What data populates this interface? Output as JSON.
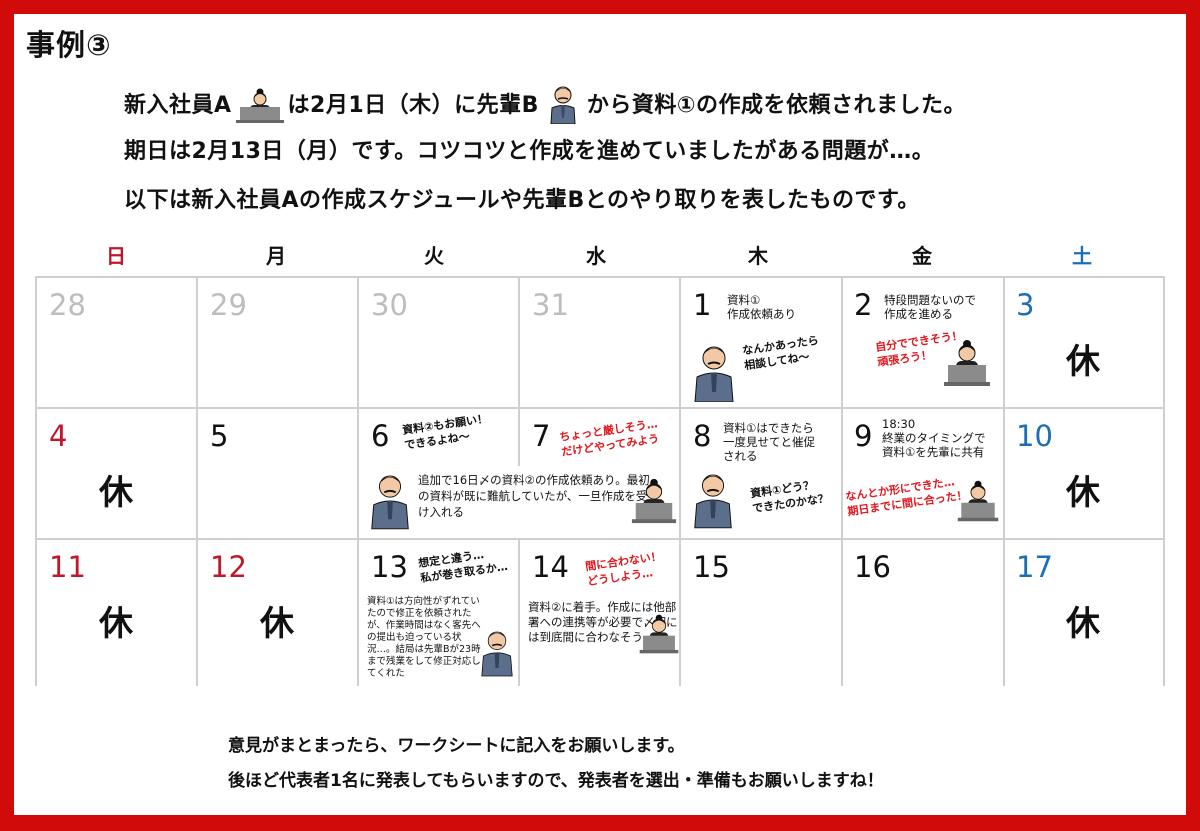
{
  "title": "事例③",
  "intro": {
    "line1_a": "新入社員A",
    "line1_b": "は2月1日（木）に先輩B",
    "line1_c": "から資料①の作成を依頼されました。",
    "line2": "期日は2月13日（月）です。コツコツと作成を進めていましたがある問題が…。",
    "line3": "以下は新入社員Aの作成スケジュールや先輩Bとのやり取りを表したものです。"
  },
  "weekdays": [
    "日",
    "月",
    "火",
    "水",
    "木",
    "金",
    "土"
  ],
  "colors": {
    "border": "#d10a0a",
    "sunday": "#c0182a",
    "saturday": "#1c6fb6",
    "bubble_red": "#e0161c",
    "grid": "#cfcfcf"
  },
  "days": {
    "d28": "28",
    "d29": "29",
    "d30": "30",
    "d31": "31",
    "d1": "1",
    "d2": "2",
    "d3": "3",
    "d4": "4",
    "d5": "5",
    "d6": "6",
    "d7": "7",
    "d8": "8",
    "d9": "9",
    "d10": "10",
    "d11": "11",
    "d12": "12",
    "d13": "13",
    "d14": "14",
    "d15": "15",
    "d16": "16",
    "d17": "17"
  },
  "holiday": "休",
  "notes": {
    "d1": "資料①\n作成依頼あり",
    "d1_bubble": "なんかあったら\n相談してね～",
    "d2": "特段問題ないので\n作成を進める",
    "d2_bubble": "自分でできそう！\n頑張ろう！",
    "d6_bubble": "資料②もお願い！\nできるよね～",
    "d7_bubble": "ちょっと厳しそう…\nだけどやってみよう",
    "d6_7": "追加で16日〆の資料②の作成依頼あり。最初の資料が既に難航していたが、一旦作成を受け入れる",
    "d8": "資料①はできたら\n一度見せてと催促\nされる",
    "d8_bubble": "資料①どう？\nできたのかな？",
    "d9": "18:30\n終業のタイミングで\n資料①を先輩に共有",
    "d9_bubble": "なんとか形にできた…\n期日までに間に合った！",
    "d13_bubble": "想定と違う…\n私が巻き取るか…",
    "d13": "資料①は方向性がずれていたので修正を依頼されたが、作業時間はなく客先への提出も迫っている状況…。結局は先輩Bが23時まで残業をして修正対応してくれた",
    "d14_bubble": "間に合わない！\nどうしよう…",
    "d14": "資料②に着手。作成には他部署への連携等が必要で〆切には到底間に合わなそう…"
  },
  "footer": {
    "line1": "意見がまとまったら、ワークシートに記入をお願いします。",
    "line2": "後ほど代表者1名に発表してもらいますので、発表者を選出・準備もお願いしますね！"
  },
  "icons": {
    "employee": "woman-at-laptop-icon",
    "senior": "man-in-suit-icon"
  }
}
